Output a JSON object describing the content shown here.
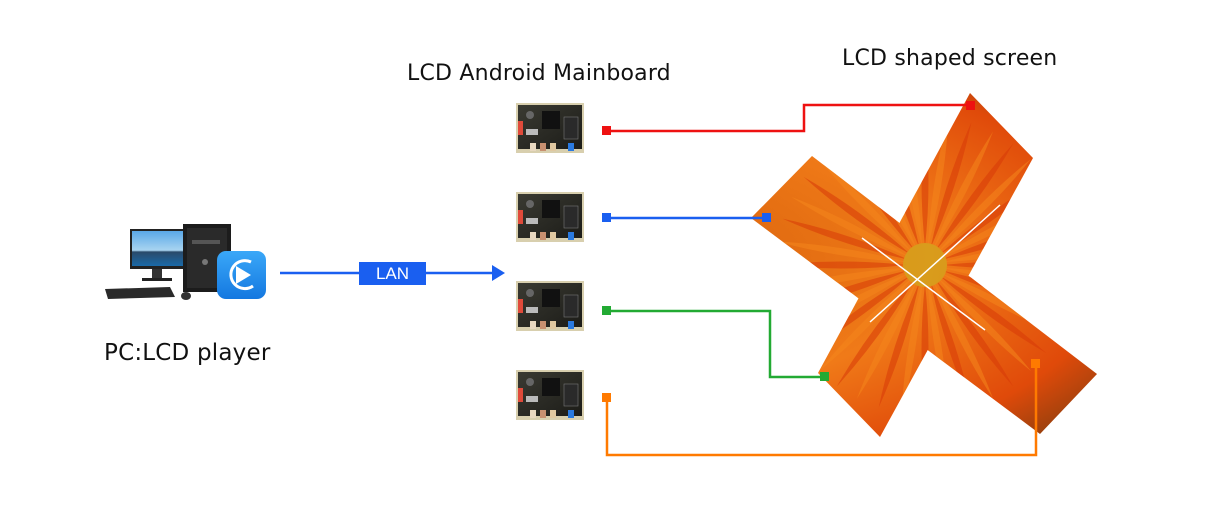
{
  "labels": {
    "pc": "PC:LCD player",
    "mainboard_group": "LCD Android Mainboard",
    "screen": "LCD shaped screen",
    "network": "LAN"
  },
  "colors": {
    "lan": "#1a5ff0",
    "channel_1": "#ee1111",
    "channel_2": "#1a5ff0",
    "channel_3": "#22aa33",
    "channel_4": "#ff7a00",
    "app_icon": "#1e88f0"
  },
  "nodes": {
    "pc": {
      "name": "PC",
      "role": "LCD player"
    },
    "mainboards": [
      {
        "id": 1,
        "channel": "channel_1"
      },
      {
        "id": 2,
        "channel": "channel_2"
      },
      {
        "id": 3,
        "channel": "channel_3"
      },
      {
        "id": 4,
        "channel": "channel_4"
      }
    ],
    "screen": {
      "shape": "cross of 4 rotated LCD panels",
      "panels": 4,
      "content": "orange gerbera flower"
    }
  },
  "edges": [
    {
      "from": "pc",
      "to": "mainboards",
      "label": "LAN",
      "arrow": true
    },
    {
      "from": "mainboard-1",
      "to": "screen-panel-top-right",
      "color": "channel_1"
    },
    {
      "from": "mainboard-2",
      "to": "screen-panel-left",
      "color": "channel_2"
    },
    {
      "from": "mainboard-3",
      "to": "screen-panel-bottom-left",
      "color": "channel_3"
    },
    {
      "from": "mainboard-4",
      "to": "screen-panel-right",
      "color": "channel_4"
    }
  ]
}
